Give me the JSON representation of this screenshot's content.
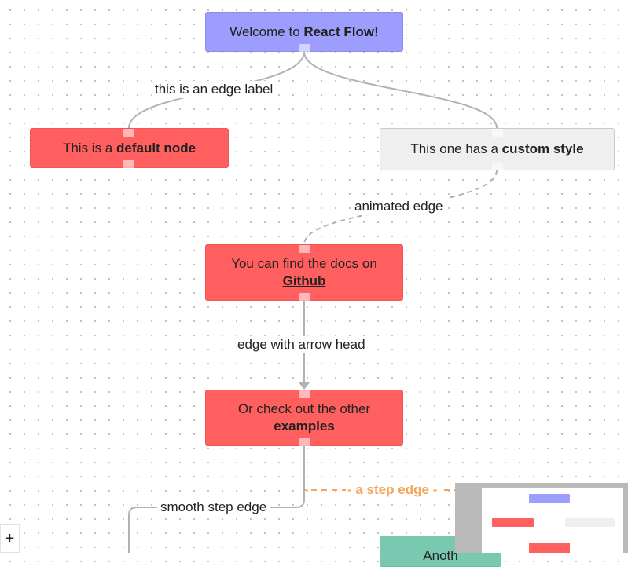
{
  "nodes": {
    "input": {
      "prefix": "Welcome to ",
      "bold": "React Flow!"
    },
    "default": {
      "prefix": "This is a ",
      "bold": "default node"
    },
    "custom": {
      "prefix": "This one has a ",
      "bold": "custom style"
    },
    "docs": {
      "line1": "You can find the docs on",
      "link": "Github"
    },
    "examples": {
      "line1": "Or check out the other",
      "bold": "examples"
    },
    "another": {
      "label": "Anoth"
    }
  },
  "edges": {
    "label_edge": "this is an edge label",
    "animated": "animated edge",
    "arrow": "edge with arrow head",
    "step": "- a step edge -",
    "smoothstep": "smooth step edge"
  },
  "colors": {
    "input_node": "#9d9dfd",
    "red_node": "#ff5f5f",
    "custom_node": "#efefef",
    "teal_node": "#79c9b1",
    "edge": "#b1b1b7",
    "step_edge": "#f3a65c"
  },
  "controls": {
    "zoom_in_icon": "+"
  }
}
